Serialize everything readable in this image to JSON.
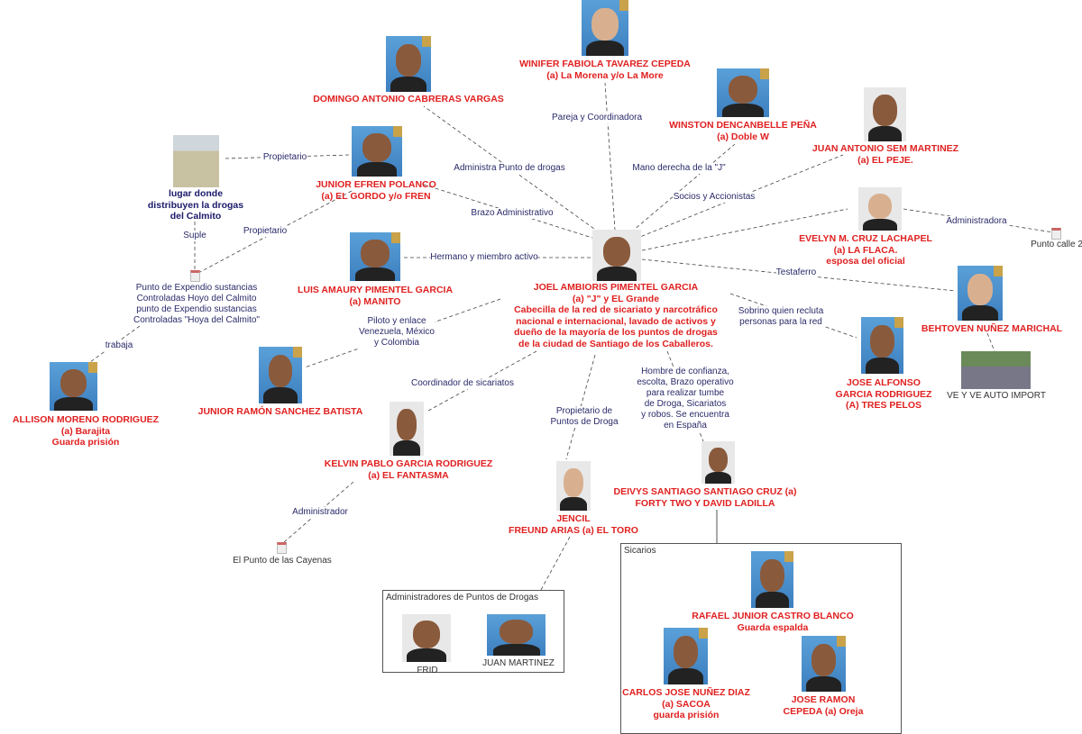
{
  "nodes": {
    "joel": {
      "lines": [
        "JOEL AMBIORIS PIMENTEL GARCIA",
        "(a) \"J\" y EL Grande",
        "Cabecilla de la red de sicariato y narcotráfico",
        "nacional e internacional, lavado de activos y",
        "dueño de la mayoría de los puntos de drogas",
        "de la ciudad de Santiago de los Caballeros."
      ]
    },
    "winifer": {
      "lines": [
        "WINIFER FABIOLA TAVAREZ CEPEDA",
        "(a) La Morena y/o La More"
      ]
    },
    "domingo": {
      "lines": [
        "DOMINGO ANTONIO CABRERAS VARGAS"
      ]
    },
    "winston": {
      "lines": [
        "WINSTON DENCANBELLE PEÑA",
        "(a) Doble W"
      ]
    },
    "juan_sem": {
      "lines": [
        "JUAN ANTONIO SEM MARTINEZ",
        "(a) EL PEJE."
      ]
    },
    "junior_efren": {
      "lines": [
        "JUNIOR EFREN POLANCO",
        "(a) EL GORDO y/o FREN"
      ]
    },
    "lugar": {
      "lines": [
        "lugar donde",
        "distribuyen la drogas",
        "del Calmito"
      ]
    },
    "evelyn": {
      "lines": [
        "EVELYN M. CRUZ LACHAPEL",
        "(a) LA FLACA.",
        "esposa del oficial"
      ]
    },
    "luis": {
      "lines": [
        "LUIS AMAURY PIMENTEL GARCIA",
        "(a) MANITO"
      ]
    },
    "behtoven": {
      "lines": [
        "BEHTOVEN NUÑEZ MARICHAL"
      ]
    },
    "jose_alfonso": {
      "lines": [
        "JOSE ALFONSO",
        "GARCIA RODRIGUEZ",
        "(A) TRES PELOS"
      ]
    },
    "veyve": {
      "label": "VE Y VE AUTO IMPORT"
    },
    "punto_calle": {
      "label": "Punto calle 2"
    },
    "punto_expendio": {
      "lines": [
        "Punto de Expendio sustancias",
        "Controladas Hoyo del Calmito",
        "punto de Expendio sustancias",
        "Controladas \"Hoya del Calmito\""
      ]
    },
    "allison": {
      "lines": [
        "ALLISON MORENO RODRIGUEZ",
        "(a) Barajita",
        "Guarda prisión"
      ]
    },
    "junior_ramon": {
      "lines": [
        "JUNIOR RAMÓN SANCHEZ BATISTA"
      ]
    },
    "kelvin": {
      "lines": [
        "KELVIN PABLO GARCIA RODRIGUEZ",
        "(a) EL  FANTASMA"
      ]
    },
    "cayenas": {
      "label": "El  Punto de las Cayenas"
    },
    "jencil": {
      "lines": [
        "JENCIL",
        "FREUND ARIAS (a) EL TORO"
      ]
    },
    "deivys": {
      "lines": [
        "DEIVYS SANTIAGO SANTIAGO CRUZ (a)",
        "FORTY TWO Y DAVID LADILLA"
      ]
    },
    "frid": {
      "label": "FRID"
    },
    "juan_martinez": {
      "label": "JUAN MARTINEZ"
    },
    "rafael": {
      "lines": [
        "RAFAEL JUNIOR CASTRO BLANCO",
        "Guarda espalda"
      ]
    },
    "carlos": {
      "lines": [
        "CARLOS JOSE NUÑEZ DIAZ",
        "(a) SACOA",
        "guarda prisión"
      ]
    },
    "jose_ramon": {
      "lines": [
        "JOSE RAMON",
        "CEPEDA (a) Oreja"
      ]
    }
  },
  "groups": {
    "administradores": "Administradores de Puntos de Drogas",
    "sicarios": "Sicarios"
  },
  "edges": {
    "pareja": [
      "Pareja y Coordinadora"
    ],
    "administra": [
      "Administra Punto de drogas"
    ],
    "mano": [
      "Mano derecha de la \"J\""
    ],
    "socios": [
      "Socios y Accionistas"
    ],
    "brazo": [
      "Brazo Administrativo"
    ],
    "administradora": [
      "Administradora"
    ],
    "hermano": [
      "Hermano y miembro activo"
    ],
    "testaferro": [
      "Testaferro"
    ],
    "sobrino": [
      "Sobrino quien recluta",
      "personas para la red"
    ],
    "piloto": [
      "Piloto y enlace",
      "Venezuela, México",
      "y Colombia"
    ],
    "coordinador": [
      "Coordinador de sicariatos"
    ],
    "hombre": [
      "Hombre de confianza,",
      "escolta, Brazo operativo",
      "para realizar tumbe",
      "de Droga, Sicariatos",
      "y robos. Se encuentra",
      "en España"
    ],
    "propietario_puntos": [
      "Propietario de",
      "Puntos de Droga"
    ],
    "propietario1": [
      "Propietario"
    ],
    "propietario2": [
      "Propietario"
    ],
    "suple": [
      "Suple"
    ],
    "trabaja": [
      "trabaja"
    ],
    "administrador": [
      "Administrador"
    ]
  },
  "colors": {
    "name": "#e02020",
    "edge_label": "#2a2a6a",
    "place": "#1a1a6a"
  }
}
